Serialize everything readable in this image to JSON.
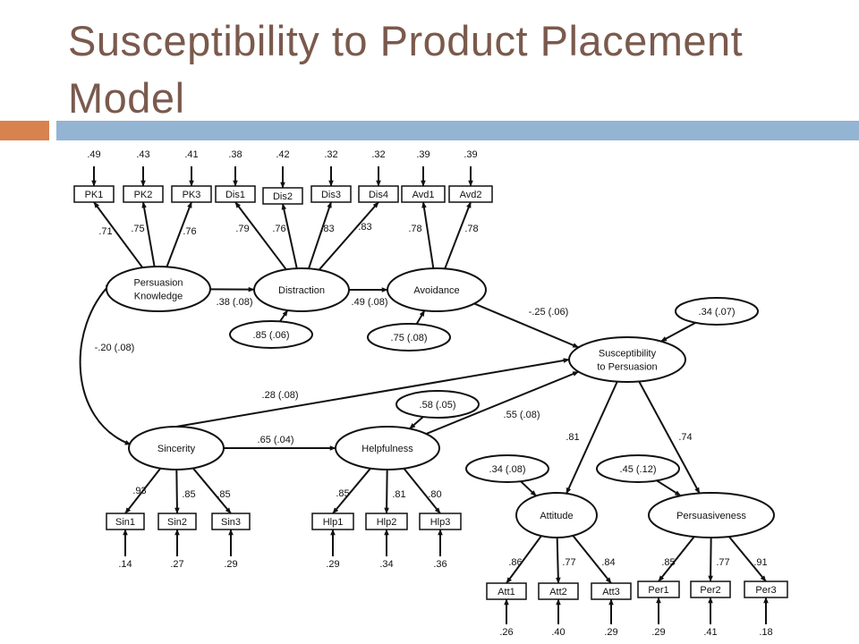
{
  "title": "Susceptibility to Product Placement Model",
  "colors": {
    "title": "#7a5a4d",
    "accent_bar": "#d7824f",
    "main_bar": "#93b4d3",
    "line": "#111111"
  },
  "latents": [
    {
      "id": "pk",
      "lines": [
        "Persuasion",
        "Knowledge"
      ]
    },
    {
      "id": "dis",
      "lines": [
        "Distraction"
      ]
    },
    {
      "id": "avd",
      "lines": [
        "Avoidance"
      ]
    },
    {
      "id": "stp",
      "lines": [
        "Susceptibility",
        "to Persuasion"
      ]
    },
    {
      "id": "sin",
      "lines": [
        "Sincerity"
      ]
    },
    {
      "id": "hlp",
      "lines": [
        "Helpfulness"
      ]
    },
    {
      "id": "att",
      "lines": [
        "Attitude"
      ]
    },
    {
      "id": "per",
      "lines": [
        "Persuasiveness"
      ]
    }
  ],
  "disturbances": [
    {
      "id": "d_dis",
      "label": ".85 (.06)"
    },
    {
      "id": "d_avd",
      "label": ".75 (.08)"
    },
    {
      "id": "d_stp",
      "label": ".34 (.07)"
    },
    {
      "id": "d_hlp",
      "label": ".58 (.05)"
    },
    {
      "id": "d_att",
      "label": ".34 (.08)"
    },
    {
      "id": "d_per",
      "label": ".45 (.12)"
    }
  ],
  "indicators": [
    {
      "id": "PK1",
      "factor": "pk",
      "loading": ".71",
      "error": ".49"
    },
    {
      "id": "PK2",
      "factor": "pk",
      "loading": ".75",
      "error": ".43"
    },
    {
      "id": "PK3",
      "factor": "pk",
      "loading": ".76",
      "error": ".41"
    },
    {
      "id": "Dis1",
      "factor": "dis",
      "loading": ".79",
      "error": ".38"
    },
    {
      "id": "Dis2",
      "factor": "dis",
      "loading": ".76",
      "error": ".42"
    },
    {
      "id": "Dis3",
      "factor": "dis",
      "loading": ".83",
      "error": ".32"
    },
    {
      "id": "Dis4",
      "factor": "dis",
      "loading": ".83",
      "error": ".32"
    },
    {
      "id": "Avd1",
      "factor": "avd",
      "loading": ".78",
      "error": ".39"
    },
    {
      "id": "Avd2",
      "factor": "avd",
      "loading": ".78",
      "error": ".39"
    },
    {
      "id": "Sin1",
      "factor": "sin",
      "loading": ".93",
      "error": ".14"
    },
    {
      "id": "Sin2",
      "factor": "sin",
      "loading": ".85",
      "error": ".27"
    },
    {
      "id": "Sin3",
      "factor": "sin",
      "loading": ".85",
      "error": ".29"
    },
    {
      "id": "Hlp1",
      "factor": "hlp",
      "loading": ".85",
      "error": ".29"
    },
    {
      "id": "Hlp2",
      "factor": "hlp",
      "loading": ".81",
      "error": ".34"
    },
    {
      "id": "Hlp3",
      "factor": "hlp",
      "loading": ".80",
      "error": ".36"
    },
    {
      "id": "Att1",
      "factor": "att",
      "loading": ".86",
      "error": ".26"
    },
    {
      "id": "Att2",
      "factor": "att",
      "loading": ".77",
      "error": ".40"
    },
    {
      "id": "Att3",
      "factor": "att",
      "loading": ".84",
      "error": ".29"
    },
    {
      "id": "Per1",
      "factor": "per",
      "loading": ".85",
      "error": ".29"
    },
    {
      "id": "Per2",
      "factor": "per",
      "loading": ".77",
      "error": ".41"
    },
    {
      "id": "Per3",
      "factor": "per",
      "loading": ".91",
      "error": ".18"
    }
  ],
  "paths": [
    {
      "id": "pk_dis",
      "from": "pk",
      "to": "dis",
      "label": ".38 (.08)"
    },
    {
      "id": "dis_avd",
      "from": "dis",
      "to": "avd",
      "label": ".49 (.08)"
    },
    {
      "id": "avd_stp",
      "from": "avd",
      "to": "stp",
      "label": "-.25 (.06)"
    },
    {
      "id": "sin_stp",
      "from": "sin",
      "to": "stp",
      "label": ".28 (.08)"
    },
    {
      "id": "sin_hlp",
      "from": "sin",
      "to": "hlp",
      "label": ".65 (.04)"
    },
    {
      "id": "hlp_stp",
      "from": "hlp",
      "to": "stp",
      "label": ".55 (.08)"
    },
    {
      "id": "stp_att",
      "from": "stp",
      "to": "att",
      "label": ".81"
    },
    {
      "id": "stp_per",
      "from": "stp",
      "to": "per",
      "label": ".74"
    }
  ],
  "correlations": [
    {
      "id": "pk_sin",
      "from": "pk",
      "to": "sin",
      "label": "-.20 (.08)"
    }
  ]
}
